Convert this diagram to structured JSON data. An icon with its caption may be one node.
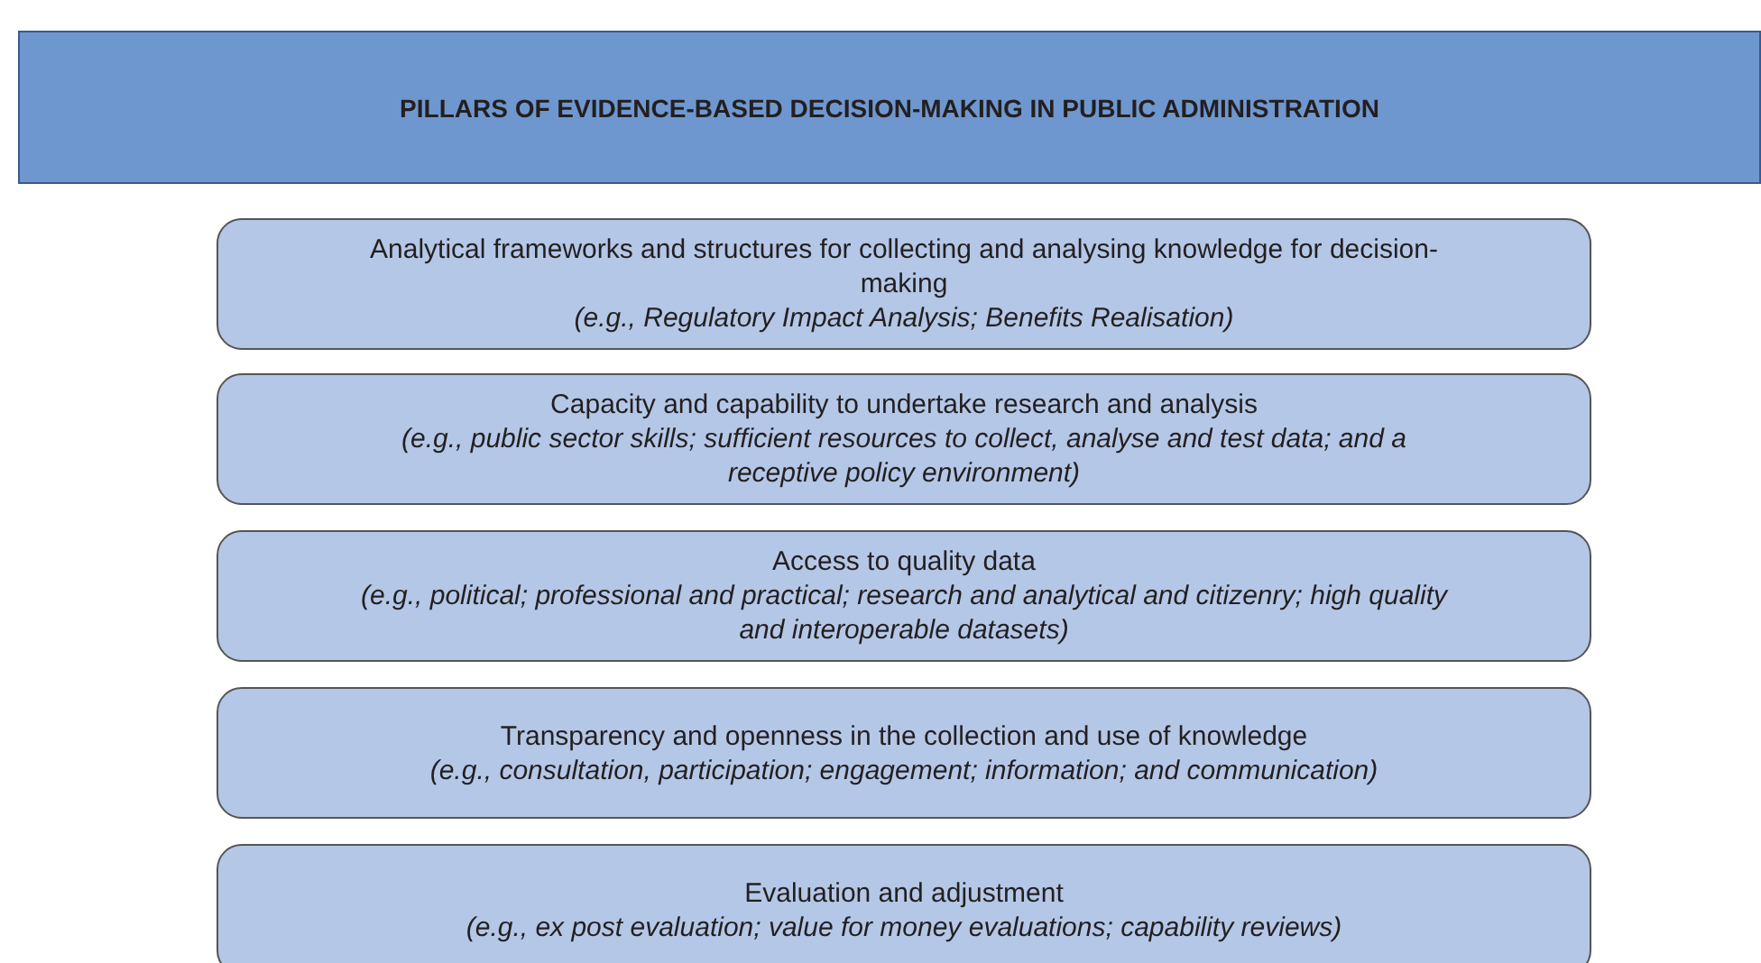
{
  "diagram": {
    "nodes": [
      {
        "text": [
          "PILLARS OF EVIDENCE-BASED DECISION-MAKING IN PUBLIC ADMINISTRATION"
        ]
      },
      {
        "text": [
          "Analytical frameworks and structures for collecting and analysing knowledge for decision-making",
          "(e.g., Regulatory Impact Analysis; Benefits Realisation)"
        ]
      },
      {
        "text": [
          "Capacity and capability to undertake research and analysis",
          "(e.g., public sector skills; sufficient resources to collect, analyse and test data; and a receptive policy environment)"
        ]
      },
      {
        "text": [
          "Access to quality data",
          "(e.g., political; professional and practical; research and analytical and citizenry; high quality and interoperable datasets)"
        ]
      },
      {
        "text": [
          "Transparency and openness in the collection and use of knowledge",
          "(e.g., consultation, participation; engagement; information; and communication)"
        ]
      },
      {
        "text": [
          "Evaluation and adjustment",
          "(e.g., ex post evaluation; value for money evaluations; capability reviews)"
        ]
      }
    ]
  }
}
